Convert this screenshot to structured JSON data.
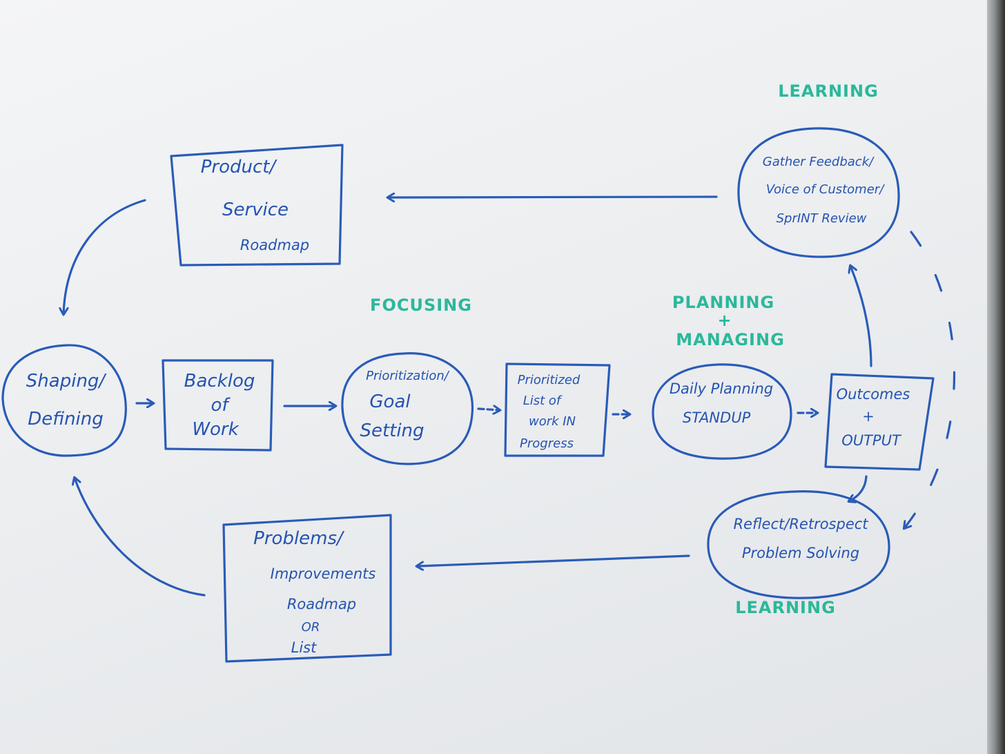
{
  "colors": {
    "ink": "#2a5bb8",
    "section_label": "#2bb89a",
    "board": "#eceef0"
  },
  "sections": {
    "learning_top": "LEARNING",
    "focusing": "FOCUSING",
    "planning_line1": "PLANNING",
    "planning_line2": "+",
    "planning_line3": "MANAGING",
    "learning_bottom": "LEARNING"
  },
  "nodes": {
    "product_roadmap": [
      "Product/",
      "Service",
      "Roadmap"
    ],
    "shaping": [
      "Shaping/",
      "Defining"
    ],
    "backlog": [
      "Backlog",
      "of",
      "Work"
    ],
    "prioritization": [
      "Prioritization/",
      "Goal",
      "Setting"
    ],
    "wip": [
      "Prioritized",
      "List of",
      "work IN",
      "Progress"
    ],
    "daily_planning": [
      "Daily Planning",
      "STANDUP"
    ],
    "outcomes": [
      "Outcomes",
      "+",
      "OUTPUT"
    ],
    "feedback": [
      "Gather Feedback/",
      "Voice of Customer/",
      "SprINT Review"
    ],
    "reflect": [
      "Reflect/Retrospect",
      "Problem Solving"
    ],
    "problems": [
      "Problems/",
      "Improvements",
      "Roadmap",
      "OR",
      "List"
    ]
  }
}
